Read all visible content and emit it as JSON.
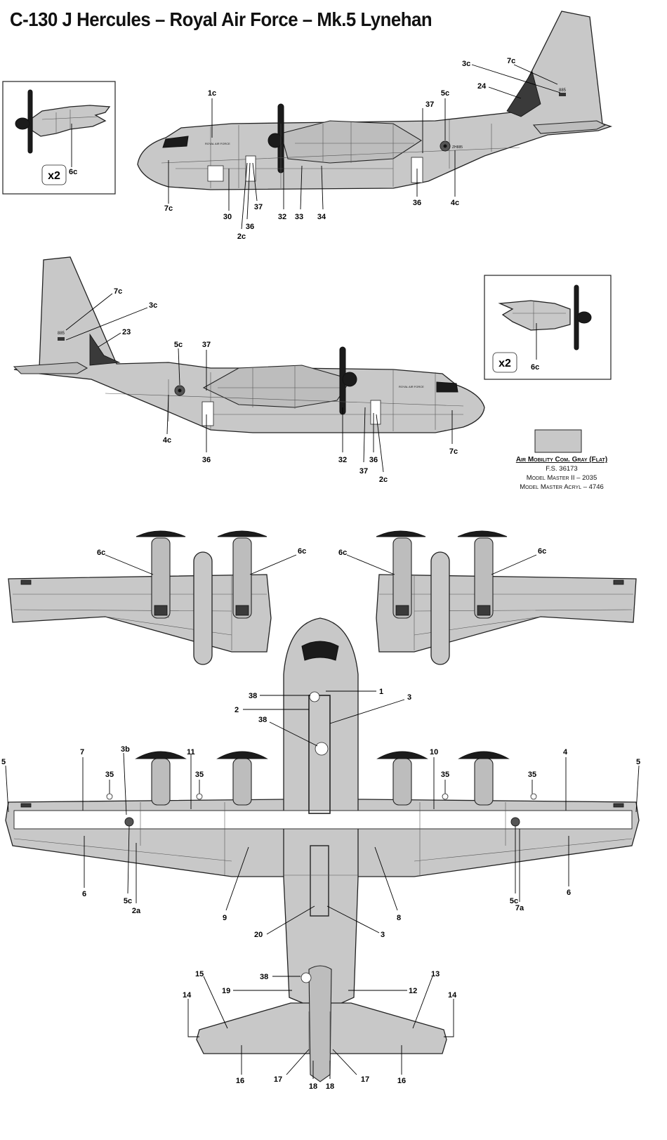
{
  "title": "C-130 J Hercules – Royal Air Force – Mk.5 Lynehan",
  "colors": {
    "air_mobility_gray": "#c8c8c8",
    "outline": "#222222",
    "anti_glare": "#3a3a3a"
  },
  "legend": {
    "name": "Air Mobility Com. Gray (Flat)",
    "fs": "F.S. 36173",
    "model_master_ii": "Model Master II – 2035",
    "model_master_acryl": "Model Master Acryl – 4746"
  },
  "inset_multiplier": "x2",
  "serial": "885",
  "roundel_code": "ZH885",
  "fuselage_text": "ROYAL AIR FORCE",
  "callouts": {
    "side_right": [
      "1c",
      "3c",
      "7c",
      "24",
      "5c",
      "37",
      "7c",
      "30",
      "37",
      "36",
      "2c",
      "32",
      "33",
      "34",
      "36",
      "4c",
      "6c"
    ],
    "side_left": [
      "7c",
      "3c",
      "23",
      "5c",
      "37",
      "4c",
      "36",
      "32",
      "37",
      "36",
      "2c",
      "7c",
      "6c"
    ],
    "under_wings": [
      "6c",
      "6c",
      "6c",
      "6c"
    ],
    "top_view": [
      "38",
      "1",
      "2",
      "3",
      "38",
      "3b",
      "11",
      "7",
      "35",
      "35",
      "10",
      "4",
      "35",
      "35",
      "5",
      "5",
      "6",
      "5c",
      "2a",
      "9",
      "8",
      "5c",
      "7a",
      "6",
      "20",
      "3",
      "38",
      "15",
      "19",
      "13",
      "12",
      "14",
      "14",
      "16",
      "17",
      "17",
      "18",
      "18",
      "16"
    ]
  }
}
